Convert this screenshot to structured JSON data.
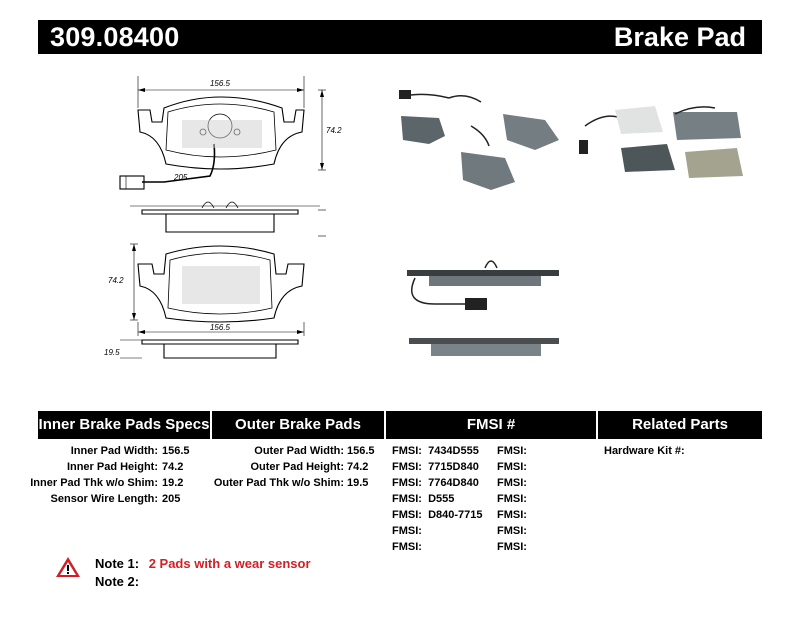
{
  "header": {
    "part_number": "309.08400",
    "product_type": "Brake Pad"
  },
  "drawing": {
    "top_width": "156.5",
    "top_height": "74.2",
    "sensor_length": "205",
    "bottom_height": "74.2",
    "bottom_width": "156.5",
    "thickness": "19.5"
  },
  "sections": {
    "inner_title": "Inner Brake Pads Specs",
    "outer_title": "Outer Brake Pads Specs",
    "fmsi_title": "FMSI #",
    "related_title": "Related Parts"
  },
  "inner_specs": [
    {
      "label": "Inner Pad Width:",
      "value": "156.5"
    },
    {
      "label": "Inner Pad Height:",
      "value": "74.2"
    },
    {
      "label": "Inner Pad Thk w/o Shim:",
      "value": "19.2"
    },
    {
      "label": "Sensor Wire Length:",
      "value": "205"
    }
  ],
  "outer_specs": [
    {
      "label": "Outer Pad Width:",
      "value": "156.5"
    },
    {
      "label": "Outer Pad Height:",
      "value": "74.2"
    },
    {
      "label": "Outer Pad Thk w/o Shim:",
      "value": "19.5"
    }
  ],
  "fmsi_left": [
    {
      "label": "FMSI:",
      "value": "7434D555"
    },
    {
      "label": "FMSI:",
      "value": "7715D840"
    },
    {
      "label": "FMSI:",
      "value": "7764D840"
    },
    {
      "label": "FMSI:",
      "value": "D555"
    },
    {
      "label": "FMSI:",
      "value": "D840-7715"
    },
    {
      "label": "FMSI:",
      "value": ""
    },
    {
      "label": "FMSI:",
      "value": ""
    }
  ],
  "fmsi_right": [
    {
      "label": "FMSI:",
      "value": ""
    },
    {
      "label": "FMSI:",
      "value": ""
    },
    {
      "label": "FMSI:",
      "value": ""
    },
    {
      "label": "FMSI:",
      "value": ""
    },
    {
      "label": "FMSI:",
      "value": ""
    },
    {
      "label": "FMSI:",
      "value": ""
    },
    {
      "label": "FMSI:",
      "value": ""
    }
  ],
  "related": [
    {
      "label": "Hardware Kit #:",
      "value": ""
    }
  ],
  "notes": [
    {
      "label": "Note 1:",
      "text": "2 Pads with a wear sensor"
    },
    {
      "label": "Note 2:",
      "text": ""
    }
  ],
  "colors": {
    "header_bg": "#000000",
    "note_red": "#d21f26",
    "warning_red": "#d21f26",
    "pad_gray": "#7a8589"
  },
  "icons": {
    "warning": "warning-triangle-icon"
  }
}
